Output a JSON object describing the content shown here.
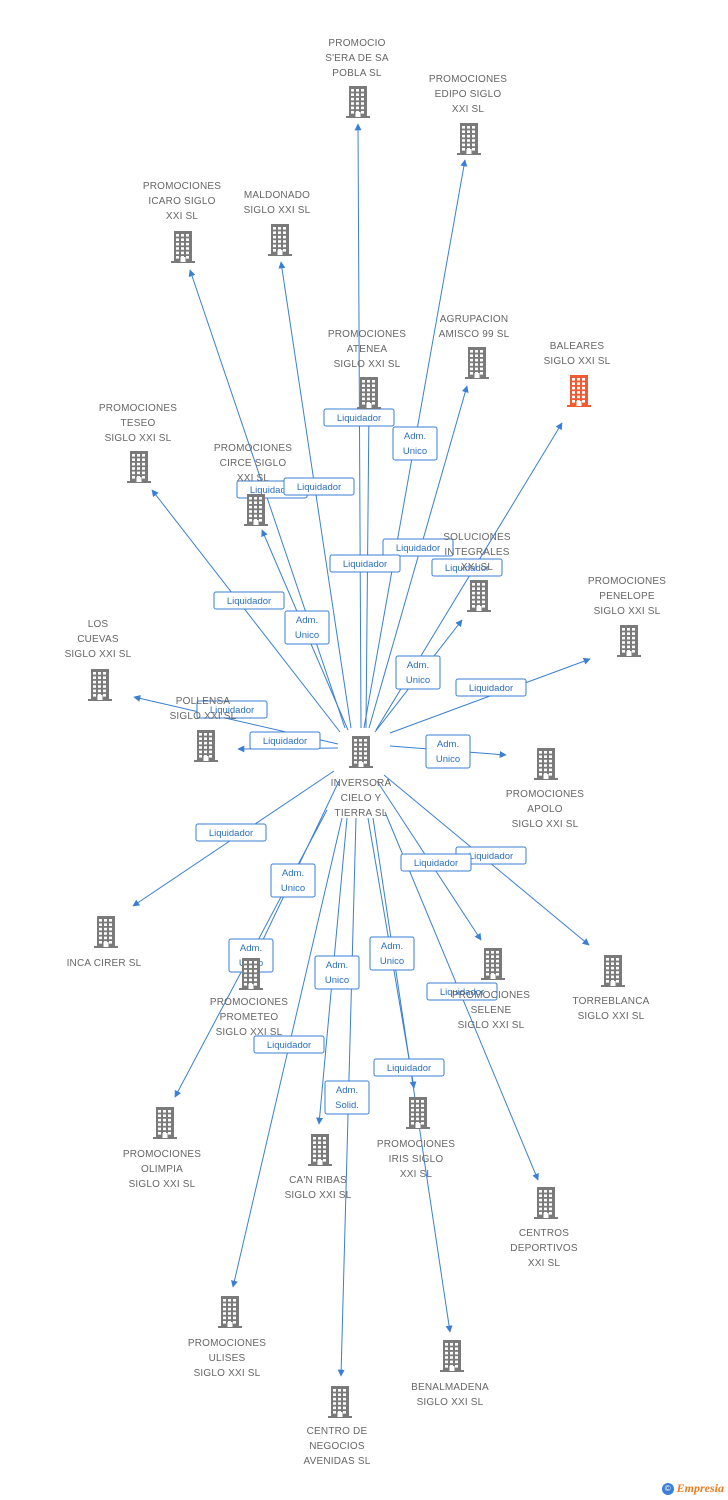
{
  "colors": {
    "building": "#7a7a7a",
    "highlight": "#f15a32",
    "edge": "#3a7fd5",
    "label": "#666666"
  },
  "icon": "building-icon",
  "center": {
    "id": "center",
    "lines": [
      "INVERSORA",
      "CIELO Y",
      "TIERRA SL"
    ]
  },
  "nodes": [
    {
      "id": "promocio-sera",
      "lines": [
        "PROMOCIO",
        "S'ERA DE SA",
        "POBLA SL"
      ]
    },
    {
      "id": "edipo",
      "lines": [
        "PROMOCIONES",
        "EDIPO SIGLO",
        "XXI SL"
      ]
    },
    {
      "id": "icaro",
      "lines": [
        "PROMOCIONES",
        "ICARO SIGLO",
        "XXI SL"
      ]
    },
    {
      "id": "maldonado",
      "lines": [
        "MALDONADO",
        "SIGLO XXI SL"
      ]
    },
    {
      "id": "atenea",
      "lines": [
        "PROMOCIONES",
        "ATENEA",
        "SIGLO XXI SL"
      ]
    },
    {
      "id": "amisco",
      "lines": [
        "AGRUPACION",
        "AMISCO 99 SL"
      ]
    },
    {
      "id": "baleares",
      "lines": [
        "BALEARES",
        "SIGLO XXI SL"
      ],
      "highlight": true
    },
    {
      "id": "teseo",
      "lines": [
        "PROMOCIONES",
        "TESEO",
        "SIGLO XXI SL"
      ]
    },
    {
      "id": "circe",
      "lines": [
        "PROMOCIONES",
        "CIRCE SIGLO",
        "XXI SL"
      ]
    },
    {
      "id": "soluciones",
      "lines": [
        "SOLUCIONES",
        "INTEGRALES",
        "XXI SL"
      ]
    },
    {
      "id": "penelope",
      "lines": [
        "PROMOCIONES",
        "PENELOPE",
        "SIGLO XXI SL"
      ]
    },
    {
      "id": "cuevas",
      "lines": [
        "LOS",
        "CUEVAS",
        "SIGLO XXI SL"
      ]
    },
    {
      "id": "pollensa",
      "lines": [
        "POLLENSA",
        "SIGLO XXI SL"
      ]
    },
    {
      "id": "apolo",
      "lines": [
        "PROMOCIONES",
        "APOLO",
        "SIGLO XXI SL"
      ]
    },
    {
      "id": "inca",
      "lines": [
        "INCA CIRER SL"
      ]
    },
    {
      "id": "prometeo",
      "lines": [
        "PROMOCIONES",
        "PROMETEO",
        "SIGLO XXI SL"
      ]
    },
    {
      "id": "selene",
      "lines": [
        "PROMOCIONES",
        "SELENE",
        "SIGLO XXI SL"
      ]
    },
    {
      "id": "torreblanca",
      "lines": [
        "TORREBLANCA",
        "SIGLO XXI SL"
      ]
    },
    {
      "id": "olimpia",
      "lines": [
        "PROMOCIONES",
        "OLIMPIA",
        "SIGLO XXI SL"
      ]
    },
    {
      "id": "canribas",
      "lines": [
        "CA'N RIBAS",
        "SIGLO XXI SL"
      ]
    },
    {
      "id": "iris",
      "lines": [
        "PROMOCIONES",
        "IRIS SIGLO",
        "XXI SL"
      ]
    },
    {
      "id": "centros",
      "lines": [
        "CENTROS",
        "DEPORTIVOS",
        "XXI SL"
      ]
    },
    {
      "id": "ulises",
      "lines": [
        "PROMOCIONES",
        "ULISES",
        "SIGLO XXI SL"
      ]
    },
    {
      "id": "benalmadena",
      "lines": [
        "BENALMADENA",
        "SIGLO XXI SL"
      ]
    },
    {
      "id": "centro-negocios",
      "lines": [
        "CENTRO DE",
        "NEGOCIOS",
        "AVENIDAS SL"
      ]
    }
  ],
  "edges": [
    {
      "to": "promocio-sera",
      "lines": [
        "Liquidador"
      ]
    },
    {
      "to": "edipo",
      "lines": [
        "Adm.",
        "Unico"
      ]
    },
    {
      "to": "icaro",
      "lines": [
        "Liquidador"
      ]
    },
    {
      "to": "maldonado",
      "lines": [
        "Liquidador"
      ]
    },
    {
      "to": "atenea",
      "lines": [
        "Liquidador"
      ]
    },
    {
      "to": "amisco",
      "lines": [
        "Liquidador"
      ]
    },
    {
      "to": "baleares",
      "lines": [
        "Liquidador"
      ]
    },
    {
      "to": "teseo",
      "lines": [
        "Liquidador"
      ]
    },
    {
      "to": "circe",
      "lines": [
        "Adm.",
        "Unico"
      ]
    },
    {
      "to": "soluciones",
      "lines": [
        "Adm.",
        "Unico"
      ]
    },
    {
      "to": "penelope",
      "lines": [
        "Liquidador"
      ]
    },
    {
      "to": "cuevas",
      "lines": [
        "Liquidador"
      ]
    },
    {
      "to": "pollensa",
      "lines": [
        "Liquidador"
      ]
    },
    {
      "to": "apolo",
      "lines": [
        "Adm.",
        "Unico"
      ]
    },
    {
      "to": "inca",
      "lines": [
        "Liquidador"
      ]
    },
    {
      "to": "prometeo",
      "lines": [
        "Adm.",
        "Unico"
      ]
    },
    {
      "to": "selene",
      "lines": [
        "Liquidador"
      ]
    },
    {
      "to": "torreblanca",
      "lines": [
        "Liquidador"
      ]
    },
    {
      "to": "olimpia",
      "lines": [
        "Adm.",
        "Unico"
      ]
    },
    {
      "to": "canribas",
      "lines": [
        "Adm.",
        "Unico"
      ]
    },
    {
      "to": "iris",
      "lines": [
        "Adm.",
        "Unico"
      ]
    },
    {
      "to": "centros",
      "lines": [
        "Liquidador"
      ]
    },
    {
      "to": "ulises",
      "lines": [
        "Liquidador"
      ]
    },
    {
      "to": "benalmadena",
      "lines": [
        "Liquidador"
      ]
    },
    {
      "to": "centro-negocios",
      "lines": [
        "Adm.",
        "Solid."
      ]
    }
  ],
  "brand": {
    "copyright": "©",
    "name": "Empresia"
  }
}
